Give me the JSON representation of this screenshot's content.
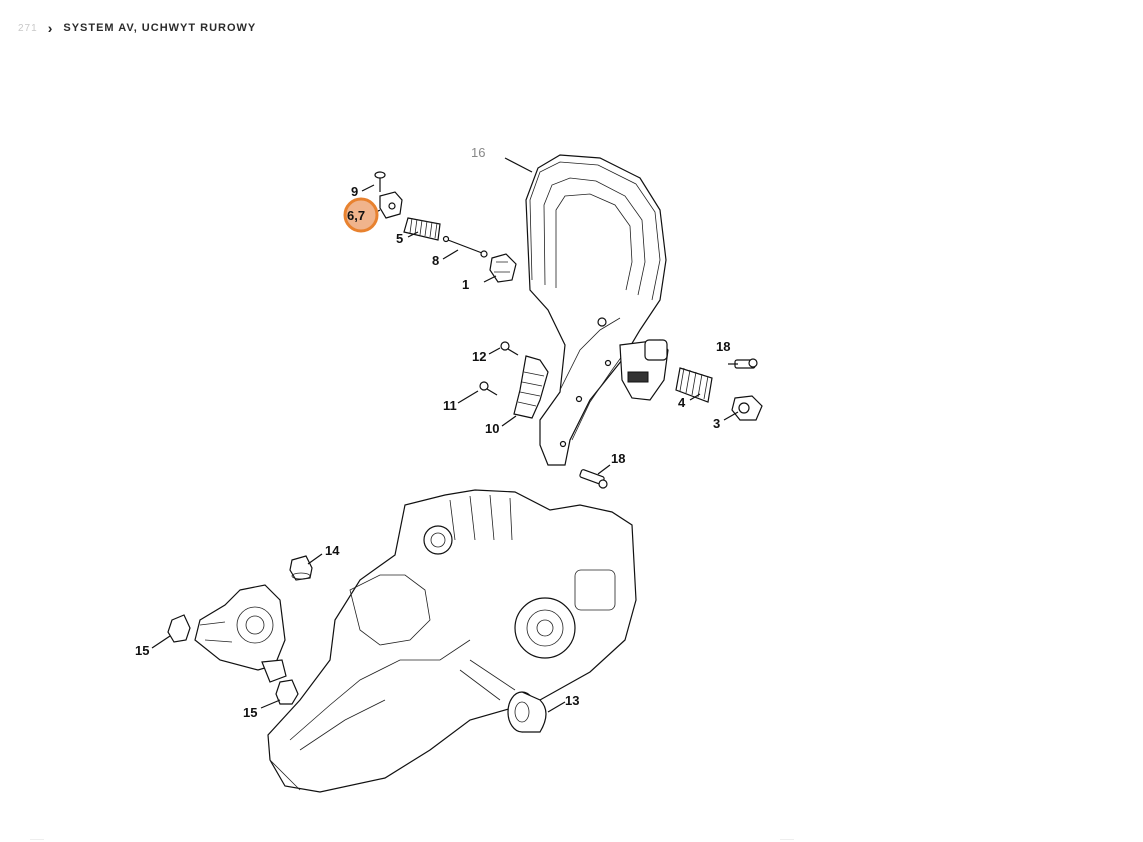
{
  "breadcrumb": {
    "previous": "271",
    "separator": "›",
    "current": "SYSTEM AV, UCHWYT RUROWY"
  },
  "diagram": {
    "highlight_color": "#e8822f",
    "callouts": {
      "c1": "1",
      "c3": "3",
      "c4": "4",
      "c5": "5",
      "c67": "6,7",
      "c8": "8",
      "c9": "9",
      "c10": "10",
      "c11": "11",
      "c12": "12",
      "c13": "13",
      "c14": "14",
      "c15a": "15",
      "c15b": "15",
      "c16": "16",
      "c18a": "18",
      "c18b": "18"
    },
    "selected_callout": "6,7"
  }
}
